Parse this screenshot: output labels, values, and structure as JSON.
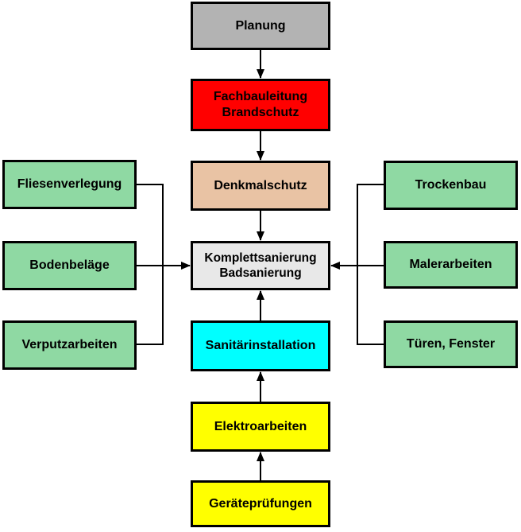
{
  "diagram": {
    "type": "flowchart",
    "line_color": "#000000",
    "nodes": {
      "planung": {
        "label": "Planung",
        "color": "#b3b3b3"
      },
      "fachbauleitung": {
        "line1": "Fachbauleitung",
        "line2": "Brandschutz",
        "color": "#ff0000"
      },
      "denkmalschutz": {
        "label": "Denkmalschutz",
        "color": "#e9c3a4"
      },
      "komplettsanierung": {
        "line1": "Komplettsanierung",
        "line2": "Badsanierung",
        "color": "#e8e8e8"
      },
      "sanitaerinstallation": {
        "label": "Sanitärinstallation",
        "color": "#00ffff"
      },
      "elektroarbeiten": {
        "label": "Elektroarbeiten",
        "color": "#ffff00"
      },
      "geraetepruefungen": {
        "label": "Geräteprüfungen",
        "color": "#ffff00"
      },
      "fliesenverlegung": {
        "label": "Fliesenverlegung",
        "color": "#8fd9a3"
      },
      "bodenbelaege": {
        "label": "Bodenbeläge",
        "color": "#8fd9a3"
      },
      "verputzarbeiten": {
        "label": "Verputzarbeiten",
        "color": "#8fd9a3"
      },
      "trockenbau": {
        "label": "Trockenbau",
        "color": "#8fd9a3"
      },
      "malerarbeiten": {
        "label": "Malerarbeiten",
        "color": "#8fd9a3"
      },
      "tueren_fenster": {
        "label": "Türen, Fenster",
        "color": "#8fd9a3"
      }
    },
    "edges": [
      {
        "from": "Planung",
        "to": "Fachbauleitung Brandschutz",
        "arrow": "down"
      },
      {
        "from": "Fachbauleitung Brandschutz",
        "to": "Denkmalschutz",
        "arrow": "down"
      },
      {
        "from": "Denkmalschutz",
        "to": "Komplettsanierung Badsanierung",
        "arrow": "down"
      },
      {
        "from": "Sanitärinstallation",
        "to": "Komplettsanierung Badsanierung",
        "arrow": "up"
      },
      {
        "from": "Elektroarbeiten",
        "to": "Sanitärinstallation",
        "arrow": "up"
      },
      {
        "from": "Geräteprüfungen",
        "to": "Elektroarbeiten",
        "arrow": "up"
      },
      {
        "from": "Fliesenverlegung",
        "to": "Komplettsanierung Badsanierung",
        "arrow": "right"
      },
      {
        "from": "Bodenbeläge",
        "to": "Komplettsanierung Badsanierung",
        "arrow": "right"
      },
      {
        "from": "Verputzarbeiten",
        "to": "Komplettsanierung Badsanierung",
        "arrow": "right"
      },
      {
        "from": "Trockenbau",
        "to": "Komplettsanierung Badsanierung",
        "arrow": "left"
      },
      {
        "from": "Malerarbeiten",
        "to": "Komplettsanierung Badsanierung",
        "arrow": "left"
      },
      {
        "from": "Türen, Fenster",
        "to": "Komplettsanierung Badsanierung",
        "arrow": "left"
      }
    ]
  }
}
